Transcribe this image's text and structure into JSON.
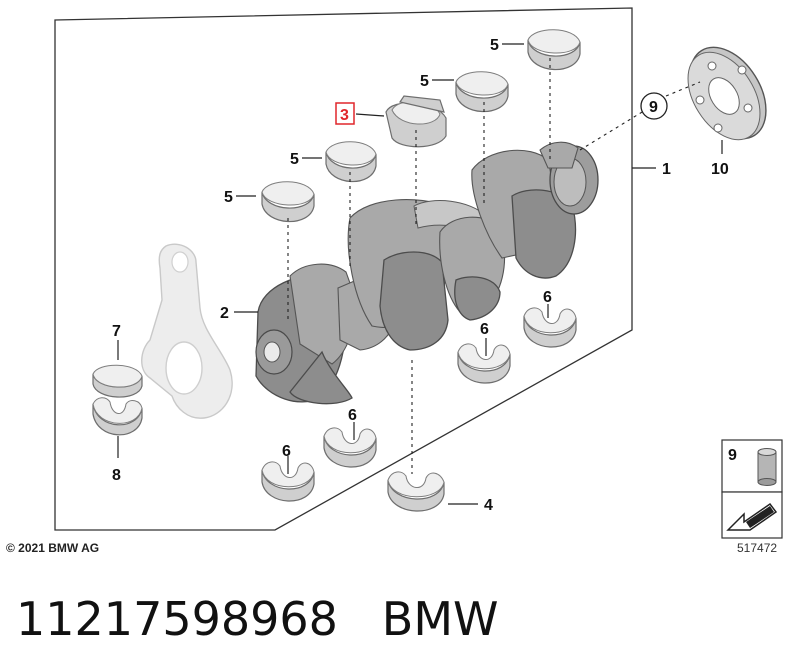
{
  "callouts": {
    "c1": "1",
    "c2": "2",
    "c3": "3",
    "c4": "4",
    "c5a": "5",
    "c5b": "5",
    "c5c": "5",
    "c5d": "5",
    "c6a": "6",
    "c6b": "6",
    "c6c": "6",
    "c6d": "6",
    "c7": "7",
    "c8": "8",
    "c9": "9",
    "c10": "10"
  },
  "legend_box": {
    "item_number": "9"
  },
  "highlight_color": "#e0262b",
  "copyright": "© 2021 BMW AG",
  "reference_number": "517472",
  "part_number": "11217598968 BMW",
  "part_number_display": "11217598968   BMW"
}
